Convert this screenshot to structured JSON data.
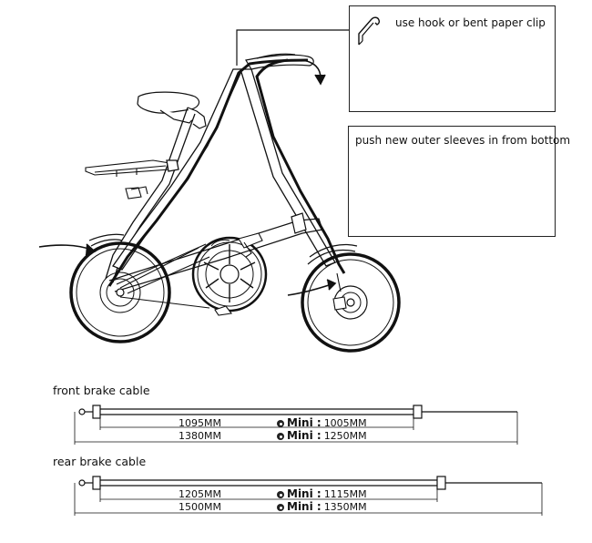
{
  "callouts": {
    "hook": "use hook or bent paper clip",
    "sleeves": "push new outer sleeves in from bottom"
  },
  "cables": {
    "front": {
      "title": "front brake cable",
      "measurements": [
        {
          "standard": "1095MM",
          "mini_label": "Mini :",
          "mini": "1005MM"
        },
        {
          "standard": "1380MM",
          "mini_label": "Mini :",
          "mini": "1250MM"
        }
      ]
    },
    "rear": {
      "title": "rear brake cable",
      "measurements": [
        {
          "standard": "1205MM",
          "mini_label": "Mini :",
          "mini": "1115MM"
        },
        {
          "standard": "1500MM",
          "mini_label": "Mini :",
          "mini": "1350MM"
        }
      ]
    }
  },
  "icons": {
    "callout_hook": "hook-icon",
    "mini_marker": "bullet-icon",
    "arrows": "arrow-icon"
  },
  "colors": {
    "line": "#111111",
    "background": "#ffffff"
  }
}
